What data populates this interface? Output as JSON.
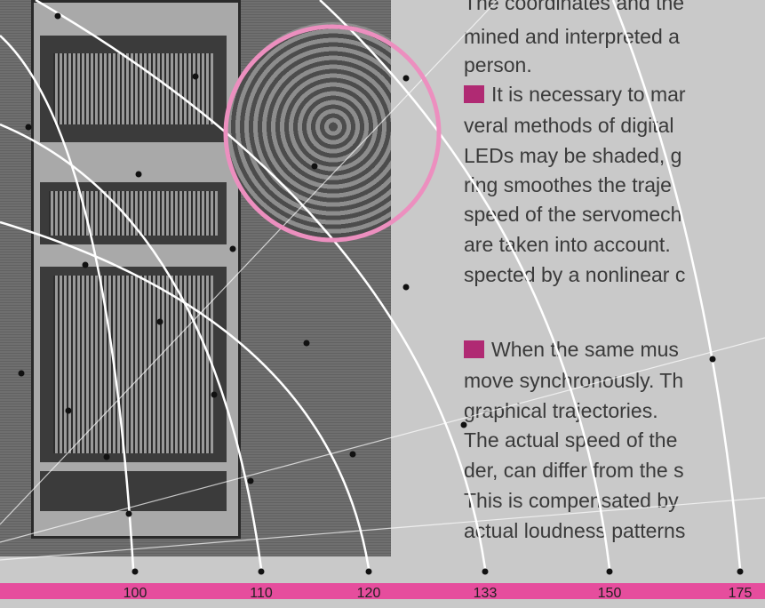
{
  "document_text": {
    "lines": [
      "The coordinates and the",
      "mined and interpreted a",
      "person.",
      "It is necessary to mar",
      "veral methods of digital",
      "LEDs may be shaded, g",
      "ring smoothes the traje",
      "speed of the servomech",
      "are taken into account.",
      "spected by a nonlinear c",
      "When the same mus",
      "move synchronously. Th",
      "graphical trajectories.",
      "The actual speed of the",
      "der, can differ from the s",
      "This is compensated by",
      "actual loudness patterns"
    ]
  },
  "scale": {
    "labels": [
      "100",
      "110",
      "120",
      "133",
      "150",
      "175"
    ]
  },
  "colors": {
    "paragraph_marker": "#b02a73",
    "bottom_bar": "#e64d9d",
    "highlight_circle": "#ec8fbf",
    "arc_lines": "#ffffff"
  }
}
